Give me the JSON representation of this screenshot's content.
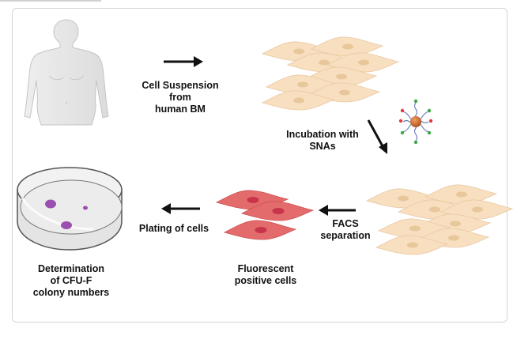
{
  "labels": {
    "cell_suspension": "Cell Suspension\nfrom\nhuman BM",
    "incubation": "Incubation with\nSNAs",
    "facs": "FACS\nseparation",
    "fluorescent": "Fluorescent\npositive cells",
    "plating": "Plating of cells",
    "determination": "Determination\nof CFU-F\ncolony numbers"
  },
  "colors": {
    "cell_fill": "#f8dfc0",
    "cell_nucleus": "#e8c79a",
    "positive_cell_fill": "#e36b6b",
    "positive_cell_nucleus": "#c8344a",
    "colony": "#9b4fb0",
    "nanoparticle": "#c8662a",
    "arrow": "#111111"
  }
}
